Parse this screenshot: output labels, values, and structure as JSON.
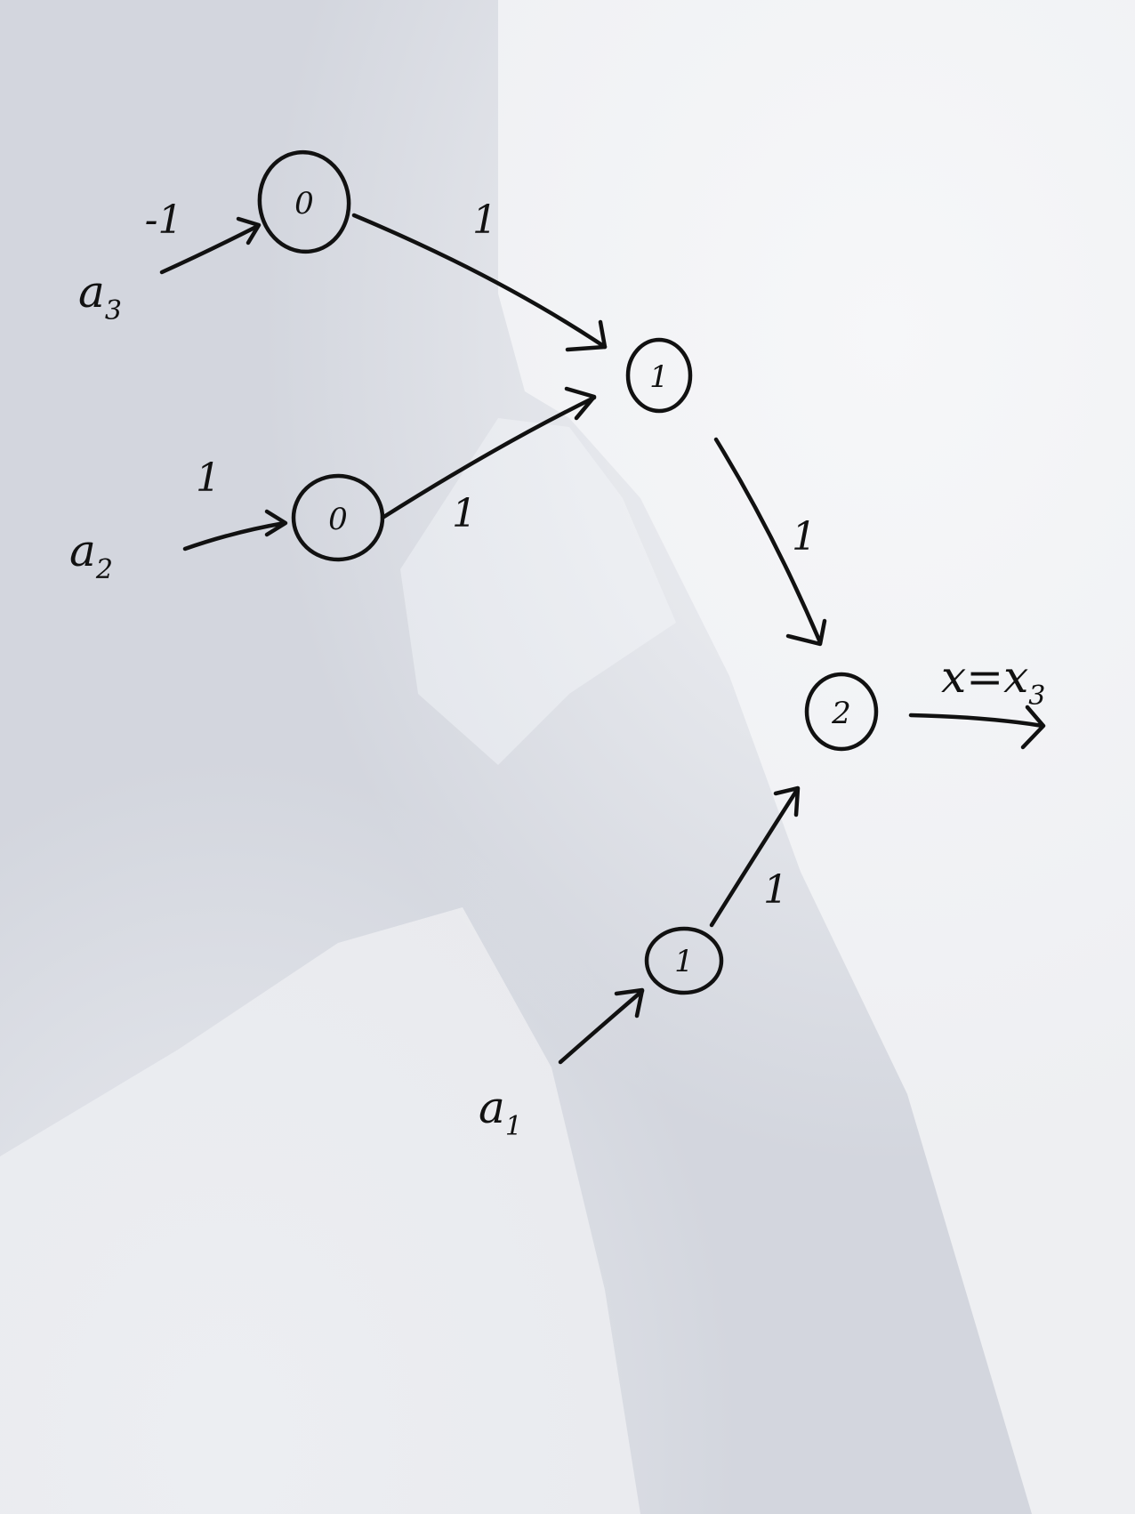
{
  "nodes": {
    "a3_node": "0",
    "a2_node": "0",
    "merge_node": "1",
    "a1_node": "1",
    "output_node": "2"
  },
  "inputs": {
    "a3": {
      "base": "a",
      "sub": "3"
    },
    "a2": {
      "base": "a",
      "sub": "2"
    },
    "a1": {
      "base": "a",
      "sub": "1"
    }
  },
  "weights": {
    "a3_in": "-1",
    "a3_to_merge": "1",
    "a2_in": "1",
    "a2_to_merge": "1",
    "merge_to_output": "1",
    "a1_to_output": "1"
  },
  "output": {
    "label": "x=x",
    "sub": "3"
  }
}
